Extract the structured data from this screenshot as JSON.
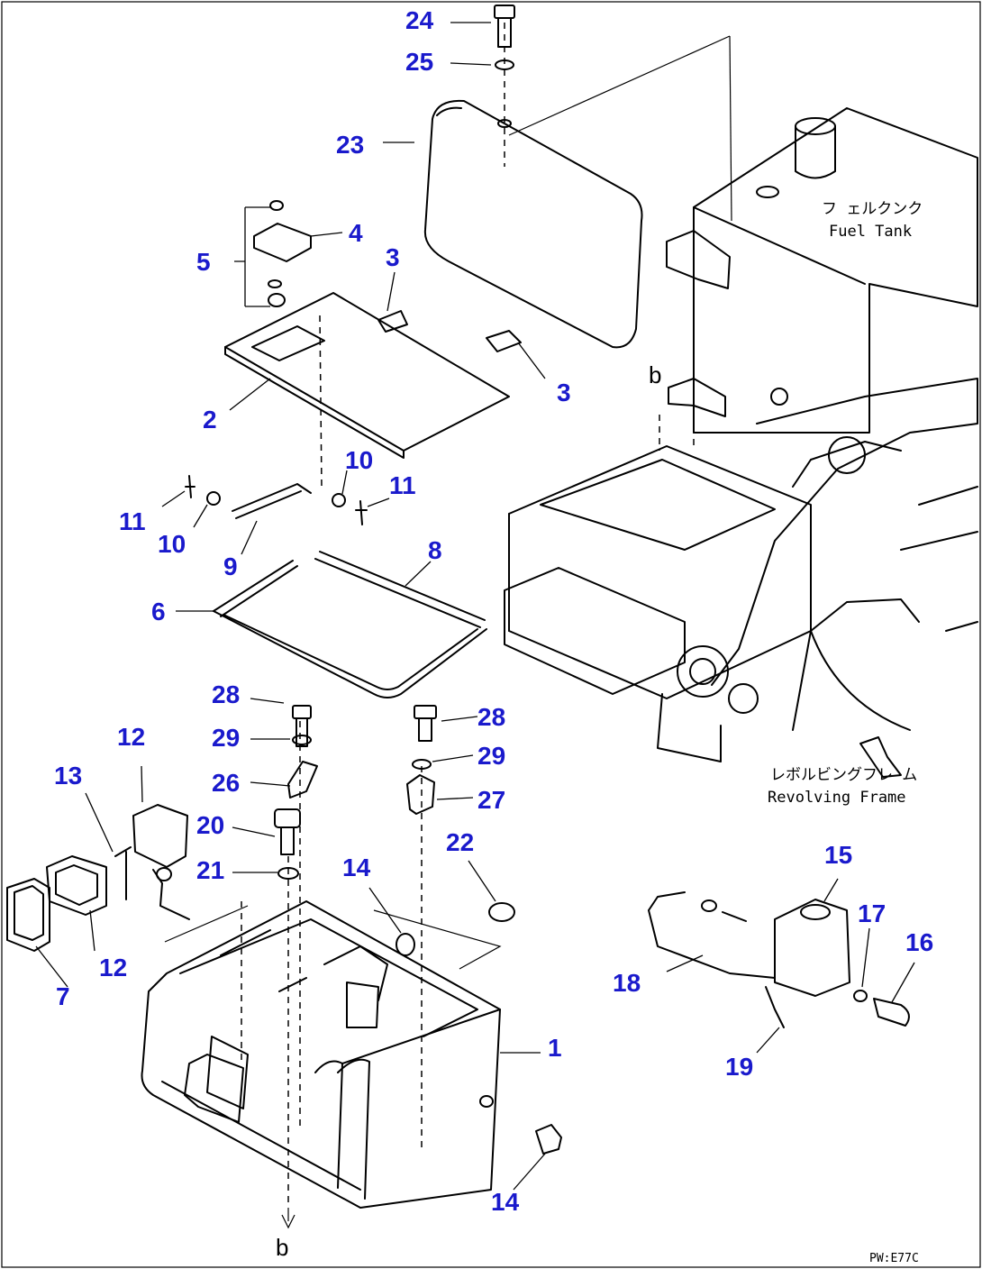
{
  "diagram": {
    "part_numbers": [
      {
        "id": "24",
        "label": "24"
      },
      {
        "id": "25",
        "label": "25"
      },
      {
        "id": "23",
        "label": "23"
      },
      {
        "id": "4",
        "label": "4"
      },
      {
        "id": "5",
        "label": "5"
      },
      {
        "id": "3a",
        "label": "3"
      },
      {
        "id": "3b",
        "label": "3"
      },
      {
        "id": "2",
        "label": "2"
      },
      {
        "id": "10a",
        "label": "10"
      },
      {
        "id": "11a",
        "label": "11"
      },
      {
        "id": "11b",
        "label": "11"
      },
      {
        "id": "10b",
        "label": "10"
      },
      {
        "id": "9",
        "label": "9"
      },
      {
        "id": "8",
        "label": "8"
      },
      {
        "id": "6",
        "label": "6"
      },
      {
        "id": "28a",
        "label": "28"
      },
      {
        "id": "28b",
        "label": "28"
      },
      {
        "id": "29a",
        "label": "29"
      },
      {
        "id": "29b",
        "label": "29"
      },
      {
        "id": "26",
        "label": "26"
      },
      {
        "id": "27",
        "label": "27"
      },
      {
        "id": "12a",
        "label": "12"
      },
      {
        "id": "13",
        "label": "13"
      },
      {
        "id": "20",
        "label": "20"
      },
      {
        "id": "21",
        "label": "21"
      },
      {
        "id": "22",
        "label": "22"
      },
      {
        "id": "14a",
        "label": "14"
      },
      {
        "id": "12b",
        "label": "12"
      },
      {
        "id": "7",
        "label": "7"
      },
      {
        "id": "1",
        "label": "1"
      },
      {
        "id": "14b",
        "label": "14"
      },
      {
        "id": "15",
        "label": "15"
      },
      {
        "id": "17",
        "label": "17"
      },
      {
        "id": "16",
        "label": "16"
      },
      {
        "id": "18",
        "label": "18"
      },
      {
        "id": "19",
        "label": "19"
      }
    ],
    "annotations": {
      "fuel_tank_jp": "フ ェルクンク",
      "fuel_tank_en": "Fuel Tank",
      "revolving_frame_jp": "レボルビングフレ ム",
      "revolving_frame_en": "Revolving Frame",
      "ref_b_top": "b",
      "ref_b_bottom": "b",
      "drawing_code": "PW:E77C"
    },
    "colors": {
      "part_number": "#1a1acc",
      "lines": "#000000",
      "background": "#ffffff"
    }
  }
}
